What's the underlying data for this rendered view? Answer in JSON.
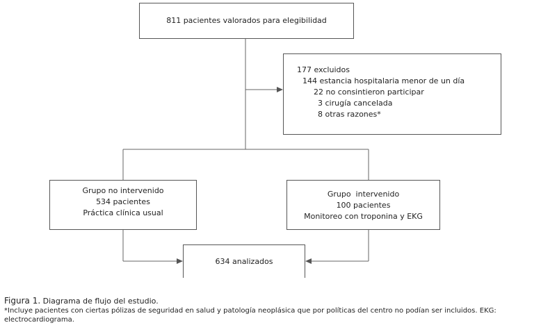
{
  "diagram": {
    "top_box": "811 pacientes valorados para elegibilidad",
    "excluded": {
      "title": "177 excluidos",
      "items": [
        "144 estancia hospitalaria menor de un día",
        "22 no consintieron participar",
        "3 cirugía cancelada",
        "8 otras razones*"
      ]
    },
    "non_intervened": {
      "line1": "Grupo no intervenido",
      "line2": "534 pacientes",
      "line3": "Práctica clínica usual"
    },
    "intervened": {
      "line1": "Grupo  intervenido",
      "line2": "100 pacientes",
      "line3": "Monitoreo con troponina y EKG"
    },
    "analyzed": "634 analizados"
  },
  "caption": {
    "figure_label": "Figura 1.",
    "figure_title": "Diagrama de flujo del estudio.",
    "footnote": "*Incluye pacientes con ciertas pólizas de seguridad en salud y patología neoplásica que por políticas del centro no podían ser incluidos. EKG: electrocardiograma."
  }
}
